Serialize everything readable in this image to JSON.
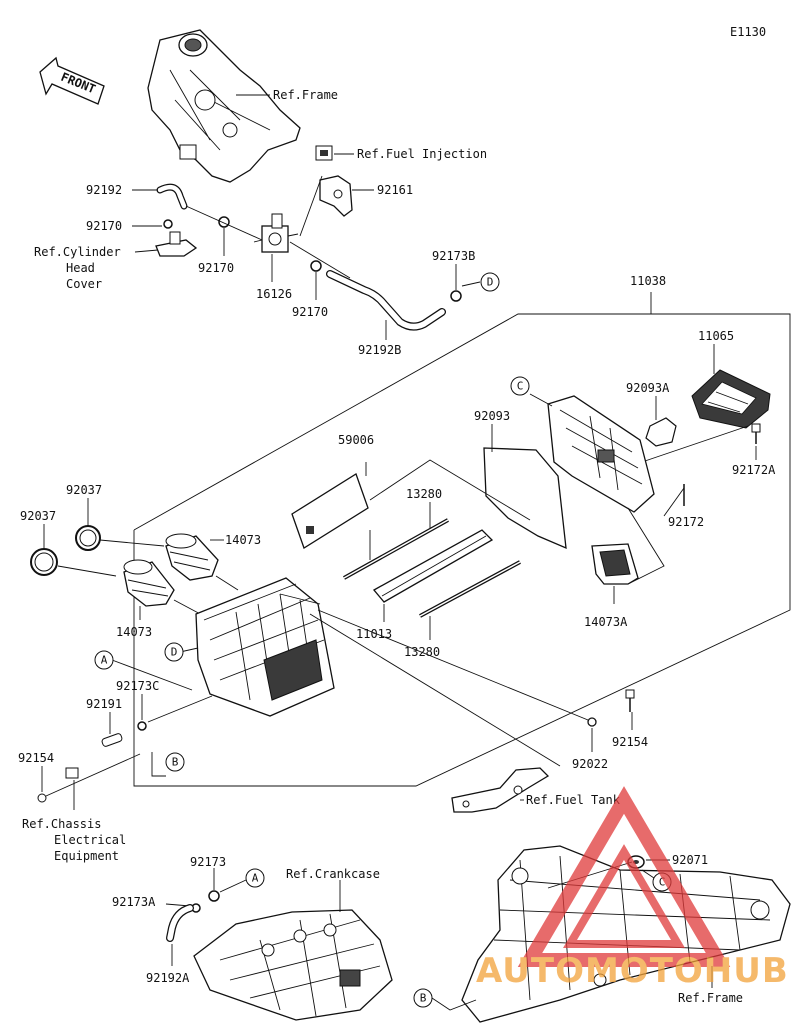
{
  "diagram_code": "E1130",
  "front_label": "FRONT",
  "labels": {
    "ref_frame_top": "Ref.Frame",
    "ref_fuel_injection": "Ref.Fuel Injection",
    "p92161": "92161",
    "p92192": "92192",
    "p92170_a": "92170",
    "ref_cyl_line1": "Ref.Cylinder",
    "ref_cyl_line2": "Head",
    "ref_cyl_line3": "Cover",
    "p92170_b": "92170",
    "p16126": "16126",
    "p92170_c": "92170",
    "p92173b": "92173B",
    "p92192b": "92192B",
    "p11038": "11038",
    "p11065": "11065",
    "p92093a": "92093A",
    "p92093": "92093",
    "p59006": "59006",
    "p13280_a": "13280",
    "p92172a": "92172A",
    "p92172": "92172",
    "p92037_a": "92037",
    "p92037_b": "92037",
    "p14073_a": "14073",
    "p14073_b": "14073",
    "p11013": "11013",
    "p13280_b": "13280",
    "p14073a": "14073A",
    "p92173c": "92173C",
    "p92191": "92191",
    "p92154_a": "92154",
    "p92022": "92022",
    "p92154_b": "92154",
    "ref_fuel_tank": "Ref.Fuel Tank",
    "ref_chassis_line1": "Ref.Chassis",
    "ref_chassis_line2": "Electrical",
    "ref_chassis_line3": "Equipment",
    "p92173": "92173",
    "p92173a": "92173A",
    "ref_crankcase": "Ref.Crankcase",
    "p92192a": "92192A",
    "p92071": "92071",
    "ref_frame_bottom": "Ref.Frame"
  },
  "callouts": {
    "d_top": "D",
    "c_top": "C",
    "a_mid": "A",
    "d_mid": "D",
    "b_mid": "B",
    "a_bottom": "A",
    "c_bottom": "C",
    "b_bottom": "B"
  },
  "watermark": "AUTOMOTOHUB",
  "colors": {
    "ink": "#111111",
    "watermark_red": "#e03a3a",
    "watermark_orange": "#f2a23a"
  }
}
